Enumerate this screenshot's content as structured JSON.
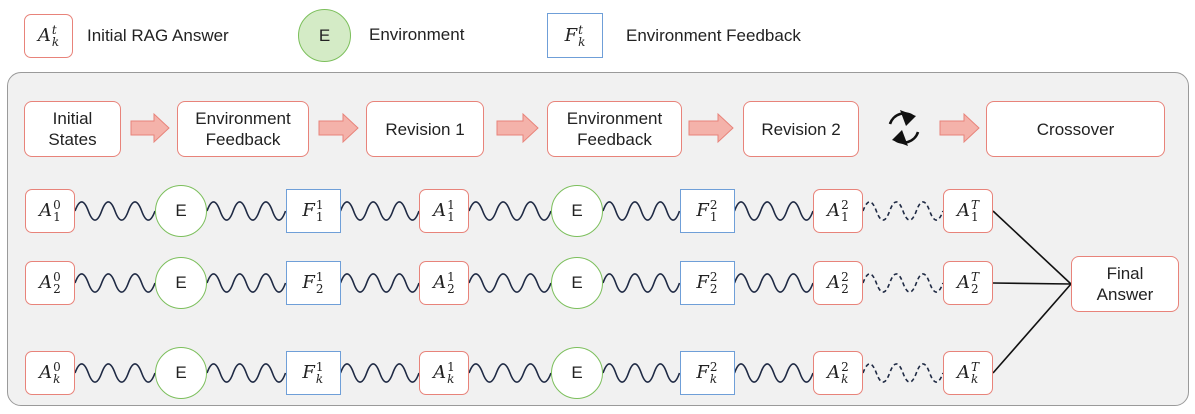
{
  "legend": {
    "answer_symbol": {
      "base": "A",
      "sup": "t",
      "sub": "k"
    },
    "answer_label": "Initial RAG Answer",
    "env_symbol": "E",
    "env_label": "Environment",
    "feedback_symbol": {
      "base": "F",
      "sup": "t",
      "sub": "k"
    },
    "feedback_label": "Environment Feedback"
  },
  "stages": [
    {
      "label": "Initial\nStates"
    },
    {
      "label": "Environment\nFeedback"
    },
    {
      "label": "Revision 1"
    },
    {
      "label": "Environment\nFeedback"
    },
    {
      "label": "Revision 2"
    },
    {
      "label": "Crossover"
    }
  ],
  "rows": [
    {
      "a0": {
        "base": "A",
        "sup": "0",
        "sub": "1"
      },
      "e1": "E",
      "f1": {
        "base": "F",
        "sup": "1",
        "sub": "1"
      },
      "a1": {
        "base": "A",
        "sup": "1",
        "sub": "1"
      },
      "e2": "E",
      "f2": {
        "base": "F",
        "sup": "2",
        "sub": "1"
      },
      "a2": {
        "base": "A",
        "sup": "2",
        "sub": "1"
      },
      "aT": {
        "base": "A",
        "sup": "T",
        "sub": "1"
      }
    },
    {
      "a0": {
        "base": "A",
        "sup": "0",
        "sub": "2"
      },
      "e1": "E",
      "f1": {
        "base": "F",
        "sup": "1",
        "sub": "2"
      },
      "a1": {
        "base": "A",
        "sup": "1",
        "sub": "2"
      },
      "e2": "E",
      "f2": {
        "base": "F",
        "sup": "2",
        "sub": "2"
      },
      "a2": {
        "base": "A",
        "sup": "2",
        "sub": "2"
      },
      "aT": {
        "base": "A",
        "sup": "T",
        "sub": "2"
      }
    },
    {
      "a0": {
        "base": "A",
        "sup": "0",
        "sub": "k"
      },
      "e1": "E",
      "f1": {
        "base": "F",
        "sup": "1",
        "sub": "k"
      },
      "a1": {
        "base": "A",
        "sup": "1",
        "sub": "k"
      },
      "e2": "E",
      "f2": {
        "base": "F",
        "sup": "2",
        "sub": "k"
      },
      "a2": {
        "base": "A",
        "sup": "2",
        "sub": "k"
      },
      "aT": {
        "base": "A",
        "sup": "T",
        "sub": "k"
      }
    }
  ],
  "final_answer": "Final\nAnswer",
  "colors": {
    "answer_border": "#e8837a",
    "env_fill": "#d4ebc6",
    "env_border": "#7cbf5c",
    "feedback_border": "#6f9fd8",
    "arrow_fill": "#f4b2aa",
    "wire": "#1f2a44",
    "panel_bg": "#f1f1f1"
  },
  "icons": {
    "cycle": "cycle-arrows-icon"
  }
}
